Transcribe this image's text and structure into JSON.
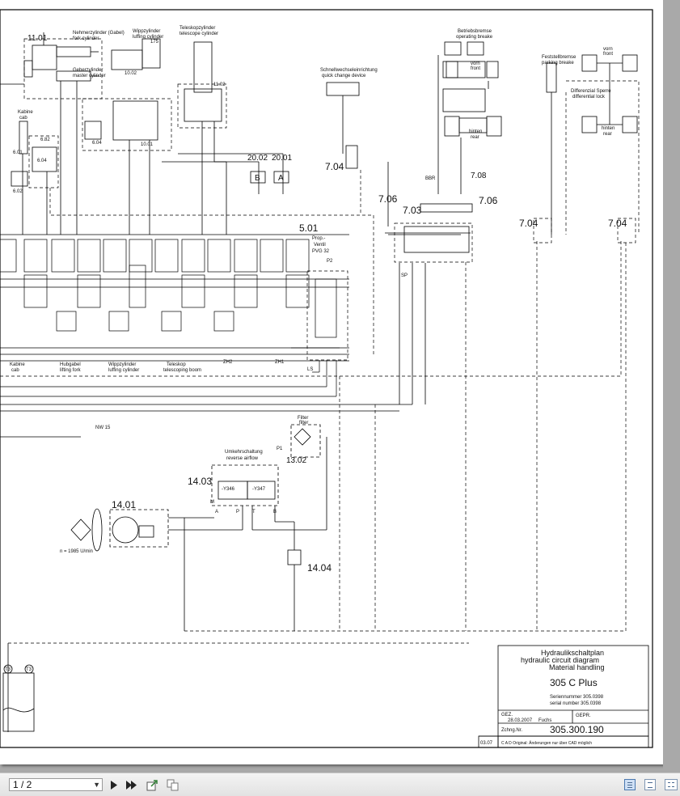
{
  "viewer": {
    "page_indicator": "1 / 2",
    "icons": [
      "next-page-icon",
      "last-page-icon",
      "export-page-icon",
      "page-thumbnails-icon",
      "single-page-view-icon",
      "continuous-view-icon",
      "two-page-view-icon"
    ]
  },
  "diagram": {
    "top_labels": {
      "l1101": "11.01",
      "nehmer": "Nehmerzylinder (Gabel)",
      "nehmer_en": "fork cylinder",
      "geber": "Geberzylinder",
      "geber_en": "master cylinder",
      "wipp": "Wippzylinder",
      "wipp_en": "luffing cylinder",
      "tele": "Teleskopzylinder",
      "tele_en": "telescope cylinder",
      "l1002": "10.02",
      "l1102": "11.02",
      "l175": "175",
      "kabine": "Kabine",
      "cab": "cab",
      "l601": "6.01",
      "l602": "6.02",
      "l604": "6.04",
      "l604b": "6.04",
      "l682": "6.82",
      "l1001": "10.01",
      "schnell": "Schnellwechseleinrichtung",
      "schnell_en": "quick change device",
      "l704": "7.04",
      "l2002": "20.02",
      "l2001": "20.01",
      "lB": "B",
      "lA": "A",
      "betrieb": "Betriebsbremse",
      "betrieb_en": "operating breake",
      "vorn": "vorn",
      "front": "front",
      "hinten": "hinten",
      "rear": "rear",
      "fest": "Feststellbremse",
      "fest_en": "parking breake",
      "diff": "Differenzial Sperre",
      "diff_en": "differential lock",
      "vorn2": "vorn",
      "front2": "front",
      "hinten2": "hinten",
      "rear2": "rear",
      "bbr": "BBR",
      "l708": "7.08",
      "l706a": "7.06",
      "l706b": "7.06",
      "l703": "7.03",
      "l704b": "7.04",
      "l704c": "7.04",
      "l501": "5.01",
      "prop": "Prop.-",
      "ventil": "Ventil",
      "pvg": "PVG 32",
      "p2": "P2",
      "sp": "SP"
    },
    "valve_labels": {
      "kabine": "Kabine",
      "cab": "cab",
      "hubgabel": "Hubgabel",
      "lifting_fork": "lifting fork",
      "wipp": "Wippzylinder",
      "luffing": "luffing cylinder",
      "tele": "Teleskop",
      "tele_boom": "telescoping boom",
      "zh2": "ZH2",
      "zh1": "ZH1",
      "ls": "LS"
    },
    "lower_labels": {
      "nw15": "NW 15",
      "filter": "Filter",
      "filter_en": "filter",
      "p1": "P1",
      "l1302": "13.02",
      "umkehr": "Umkehrschaltung",
      "reverse": "reverse airflow",
      "l1403": "14.03",
      "y346": "-Y346",
      "y347": "-Y347",
      "l1401": "14.01",
      "n": "n = 1985 U/min",
      "l1404": "14.04",
      "m": "M",
      "a": "A",
      "p": "P",
      "t": "T",
      "b": "B",
      "t3a": "T3",
      "t3b": "T3"
    },
    "title_block": {
      "line1": "Hydraulikschaltplan",
      "line2": "hydraulic circuit diagram",
      "line3": "Material handling",
      "model": "305 C Plus",
      "serial_de": "Seriennummer 305.0398",
      "serial_en": "serial number 305.0398",
      "gez": "GEZ.",
      "date": "28.03.2007",
      "author": "Fuchs",
      "gepr": "GEPR.",
      "zchng": "Zchng.Nr.",
      "drawing_no": "305.300.190",
      "rev": "03.07",
      "cad_note": "C A D Original: Änderungen nur über CAD möglich"
    }
  }
}
